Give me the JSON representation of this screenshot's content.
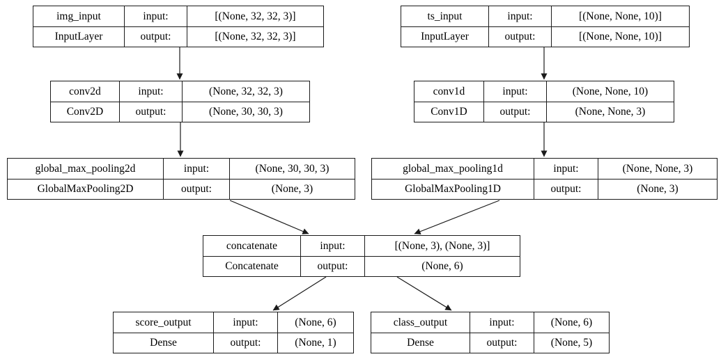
{
  "diagram": {
    "kind": "keras-model-plot",
    "labels": {
      "input": "input:",
      "output": "output:"
    },
    "nodes": [
      {
        "id": "img_input",
        "name": "img_input",
        "type": "InputLayer",
        "input_shape": "[(None, 32, 32, 3)]",
        "output_shape": "[(None, 32, 32, 3)]"
      },
      {
        "id": "ts_input",
        "name": "ts_input",
        "type": "InputLayer",
        "input_shape": "[(None, None, 10)]",
        "output_shape": "[(None, None, 10)]"
      },
      {
        "id": "conv2d",
        "name": "conv2d",
        "type": "Conv2D",
        "input_shape": "(None, 32, 32, 3)",
        "output_shape": "(None, 30, 30, 3)"
      },
      {
        "id": "conv1d",
        "name": "conv1d",
        "type": "Conv1D",
        "input_shape": "(None, None, 10)",
        "output_shape": "(None, None, 3)"
      },
      {
        "id": "global_max_pooling2d",
        "name": "global_max_pooling2d",
        "type": "GlobalMaxPooling2D",
        "input_shape": "(None, 30, 30, 3)",
        "output_shape": "(None, 3)"
      },
      {
        "id": "global_max_pooling1d",
        "name": "global_max_pooling1d",
        "type": "GlobalMaxPooling1D",
        "input_shape": "(None, None, 3)",
        "output_shape": "(None, 3)"
      },
      {
        "id": "concatenate",
        "name": "concatenate",
        "type": "Concatenate",
        "input_shape": "[(None, 3), (None, 3)]",
        "output_shape": "(None, 6)"
      },
      {
        "id": "score_output",
        "name": "score_output",
        "type": "Dense",
        "input_shape": "(None, 6)",
        "output_shape": "(None, 1)"
      },
      {
        "id": "class_output",
        "name": "class_output",
        "type": "Dense",
        "input_shape": "(None, 6)",
        "output_shape": "(None, 5)"
      }
    ],
    "edges": [
      {
        "from": "img_input",
        "to": "conv2d"
      },
      {
        "from": "ts_input",
        "to": "conv1d"
      },
      {
        "from": "conv2d",
        "to": "global_max_pooling2d"
      },
      {
        "from": "conv1d",
        "to": "global_max_pooling1d"
      },
      {
        "from": "global_max_pooling2d",
        "to": "concatenate"
      },
      {
        "from": "global_max_pooling1d",
        "to": "concatenate"
      },
      {
        "from": "concatenate",
        "to": "score_output"
      },
      {
        "from": "concatenate",
        "to": "class_output"
      }
    ]
  }
}
